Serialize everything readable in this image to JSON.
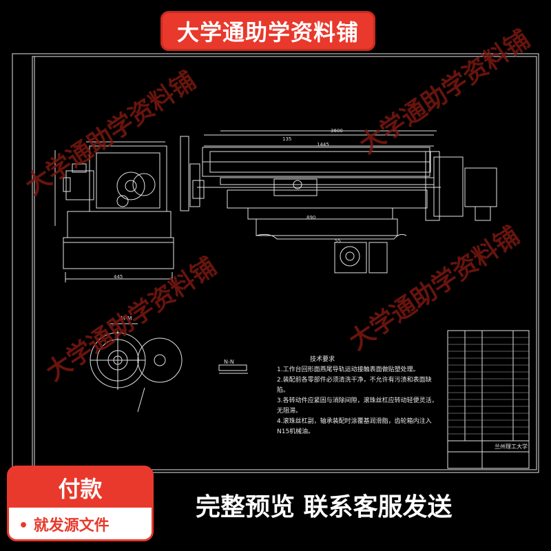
{
  "banner": {
    "title": "大学通助学资料铺"
  },
  "watermark": {
    "text": "大学通助学资料铺"
  },
  "drawing": {
    "tech_title": "技术要求",
    "tech_lines": [
      "1.工作台回形面燕尾导轨运动接触表面做贴塑处理。",
      "2.装配前各零部件必须清洗干净，不允许有污渍和表面缺陷。",
      "3.各转动件应紧固与消除间隙，滚珠丝杠应转动轻便灵活，无阻滞。",
      "4.滚珠丝杠副，轴承装配时涂覆基润滑脂，齿轮箱内注入N15机械油。"
    ],
    "section_nn": "N-N",
    "section_mm": "M-M",
    "university": "兰州理工大学",
    "dims": {
      "d1": "1445",
      "d2": "3600",
      "d3": "445",
      "d4": "135",
      "d5": "890",
      "d6": "55"
    }
  },
  "pay_box": {
    "title": "付款",
    "subtitle": "• 就发源文件"
  },
  "bottom": {
    "text": "完整预览  联系客服发送"
  },
  "colors": {
    "accent": "#e8392c",
    "line": "#ffffff",
    "background": "#000000"
  }
}
